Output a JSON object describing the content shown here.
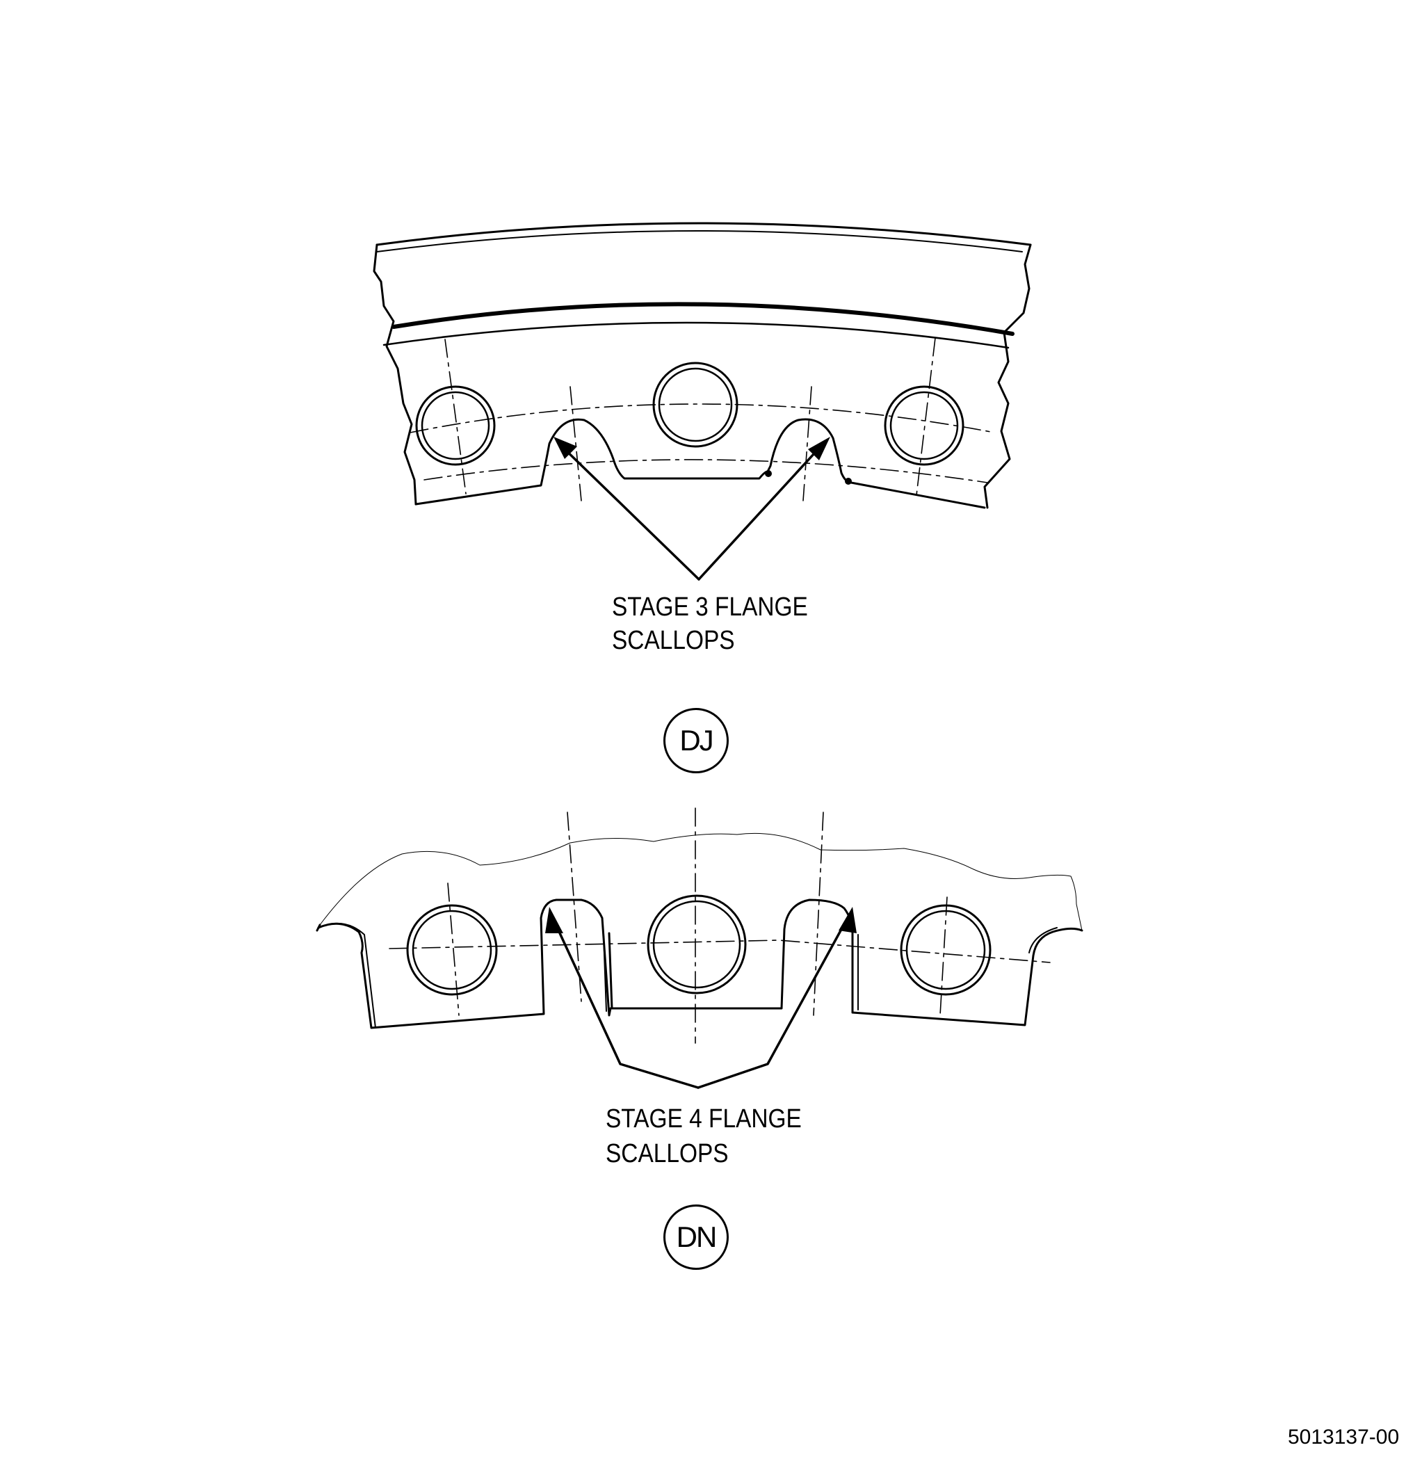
{
  "views": [
    {
      "id": "DJ",
      "callout": {
        "line1": "STAGE 3 FLANGE",
        "line2": "SCALLOPS"
      }
    },
    {
      "id": "DN",
      "callout": {
        "line1": "STAGE 4 FLANGE",
        "line2": "SCALLOPS"
      }
    }
  ],
  "figure_number": "5013137-00",
  "colors": {
    "line": "#000000",
    "background": "#ffffff"
  }
}
